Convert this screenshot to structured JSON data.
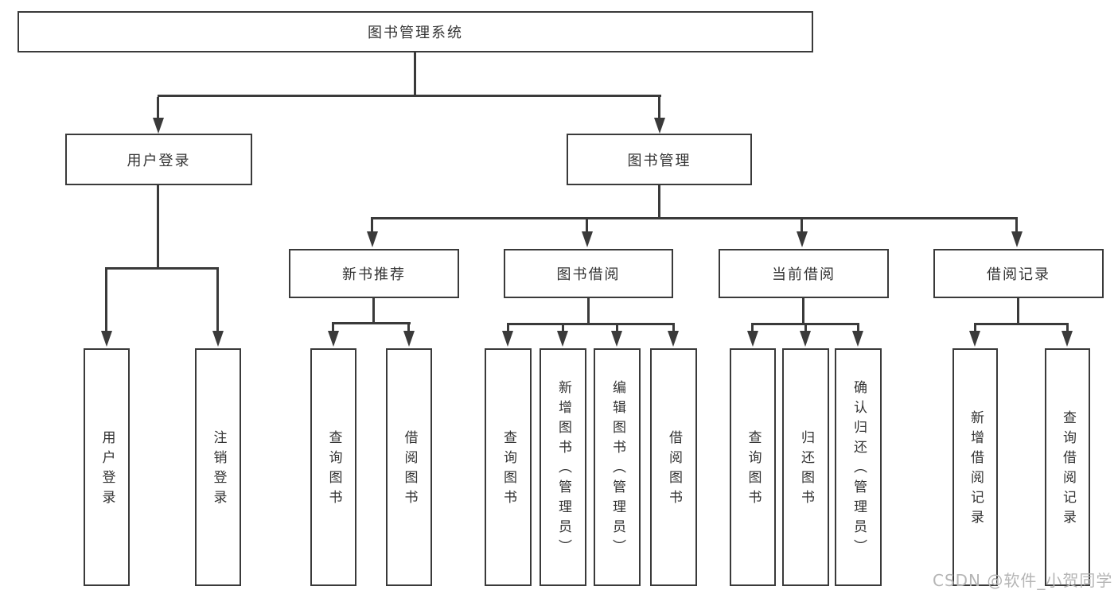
{
  "diagram": {
    "title": "图书管理系统",
    "colors": {
      "line": "#3a3a3a",
      "text": "#333333",
      "background": "#ffffff",
      "watermark": "#b5b5b5"
    },
    "nodes": {
      "root": {
        "label": "图书管理系统"
      },
      "user_login": {
        "label": "用户登录"
      },
      "book_mgmt": {
        "label": "图书管理"
      },
      "new_book_rec": {
        "label": "新书推荐"
      },
      "book_borrow": {
        "label": "图书借阅"
      },
      "current_borrow": {
        "label": "当前借阅"
      },
      "borrow_records": {
        "label": "借阅记录"
      },
      "ul_login": {
        "label": "用户登录"
      },
      "ul_logout": {
        "label": "注销登录"
      },
      "nb_query": {
        "label": "查询图书"
      },
      "nb_borrow": {
        "label": "借阅图书"
      },
      "bb_query": {
        "label": "查询图书"
      },
      "bb_add": {
        "label": "新增图书（管理员）"
      },
      "bb_edit": {
        "label": "编辑图书（管理员）"
      },
      "bb_borrow": {
        "label": "借阅图书"
      },
      "cb_query": {
        "label": "查询图书"
      },
      "cb_return": {
        "label": "归还图书"
      },
      "cb_confirm": {
        "label": "确认归还（管理员）"
      },
      "br_add": {
        "label": "新增借阅记录"
      },
      "br_query": {
        "label": "查询借阅记录"
      }
    },
    "hierarchy": {
      "图书管理系统": {
        "用户登录": [
          "用户登录",
          "注销登录"
        ],
        "图书管理": {
          "新书推荐": [
            "查询图书",
            "借阅图书"
          ],
          "图书借阅": [
            "查询图书",
            "新增图书（管理员）",
            "编辑图书（管理员）",
            "借阅图书"
          ],
          "当前借阅": [
            "查询图书",
            "归还图书",
            "确认归还（管理员）"
          ],
          "借阅记录": [
            "新增借阅记录",
            "查询借阅记录"
          ]
        }
      }
    }
  },
  "watermark": {
    "text": "CSDN @软件_小贺同学"
  }
}
